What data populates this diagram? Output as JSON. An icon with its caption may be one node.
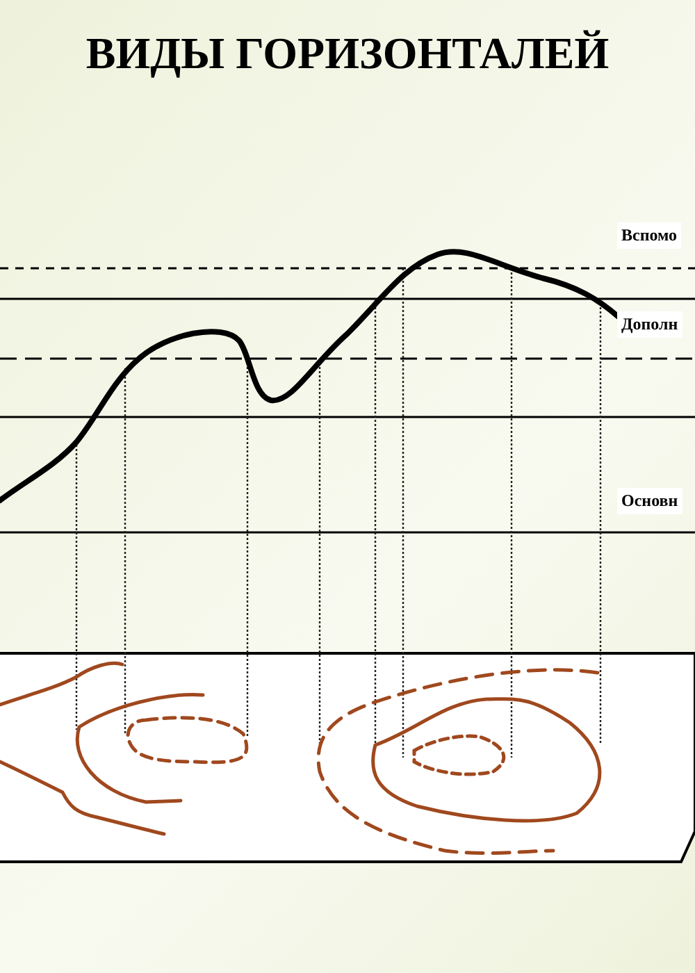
{
  "diagram": {
    "title": "ВИДЫ ГОРИЗОНТАЛЕЙ",
    "labels": [
      "Вспомо",
      "Дополн",
      "Основн"
    ]
  }
}
